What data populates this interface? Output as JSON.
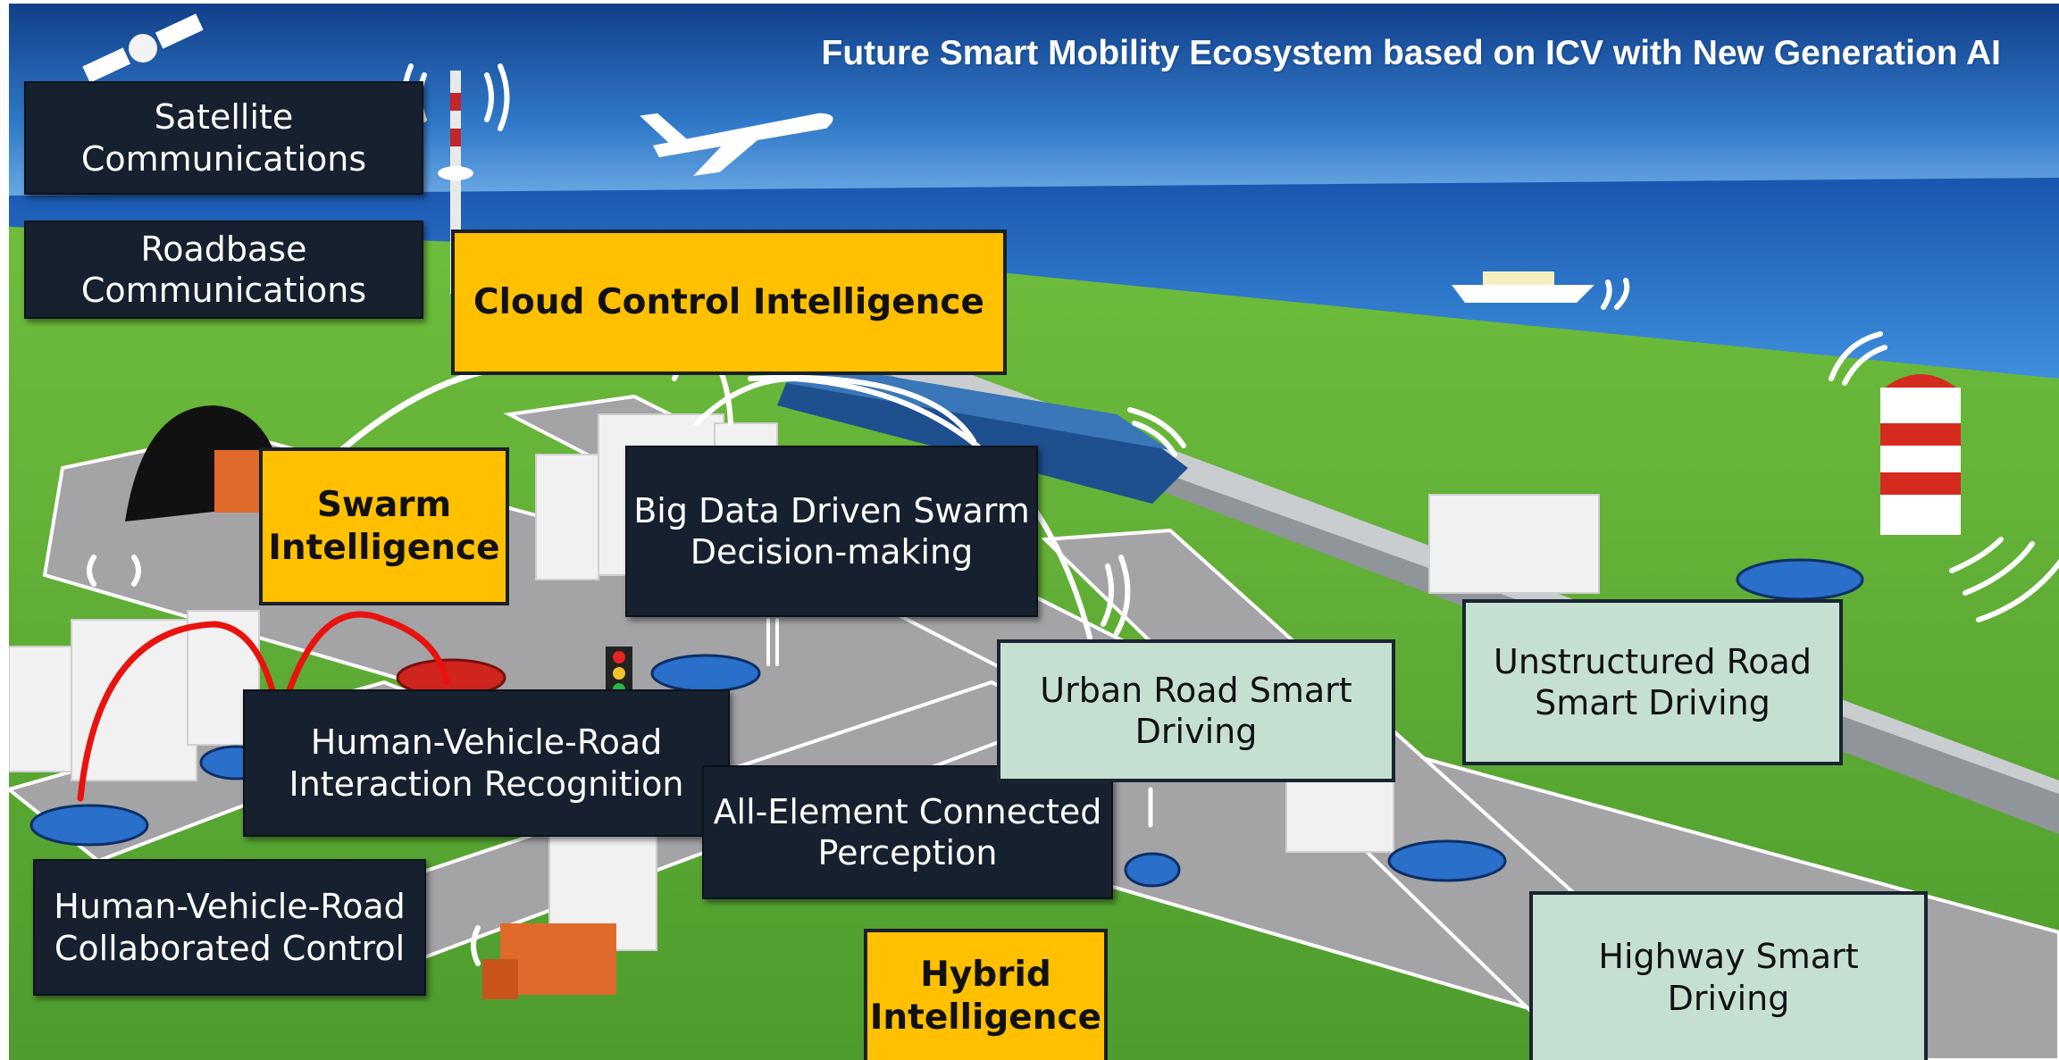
{
  "title": "Future Smart Mobility Ecosystem based on ICV with New Generation AI",
  "labels": {
    "satellite": "Satellite\nCommunications",
    "roadbase": "Roadbase\nCommunications",
    "cloud": "Cloud Control Intelligence",
    "swarm": "Swarm\nIntelligence",
    "bigdata": "Big Data Driven Swarm\nDecision-making",
    "hvr_recognition": "Human-Vehicle-Road\nInteraction Recognition",
    "hvr_control": "Human-Vehicle-Road\nCollaborated Control",
    "all_element": "All-Element Connected\nPerception",
    "hybrid": "Hybrid\nIntelligence",
    "urban": "Urban Road Smart\nDriving",
    "unstructured": "Unstructured Road\nSmart Driving",
    "highway": "Highway Smart\nDriving"
  },
  "colors": {
    "dark_box": "#16202e",
    "gold_box": "#ffc000",
    "mint_box": "#c5e0d1",
    "sky": "#2f78c8",
    "sea": "#1f67c0",
    "grass": "#5dab36",
    "road": "#a4a3a6",
    "arc_red": "#e8130f",
    "arc_white": "#ffffff"
  },
  "icons": [
    "satellite-icon",
    "radio-tower-icon",
    "airplane-icon",
    "ship-icon",
    "train-icon",
    "lighthouse-icon",
    "tunnel-icon",
    "traffic-light-icon",
    "car-icon",
    "truck-icon",
    "building-icon",
    "signal-waves-icon"
  ]
}
